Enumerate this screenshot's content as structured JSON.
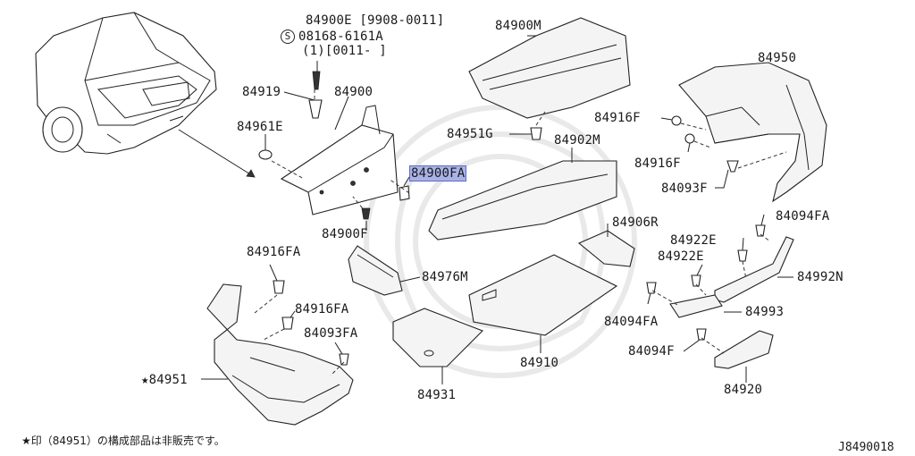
{
  "diagram": {
    "code": "J8490018",
    "note": "★印（84951）の構成部品は非販売です。",
    "callouts": [
      {
        "id": "84900E",
        "text": "84900E [9908-0011]"
      },
      {
        "id": "08168",
        "text": "08168-6161A",
        "symbol": "S"
      },
      {
        "id": "qty",
        "text": "(1)[0011-   ]"
      },
      {
        "id": "84919",
        "text": "84919"
      },
      {
        "id": "84900",
        "text": "84900"
      },
      {
        "id": "84961E",
        "text": "84961E"
      },
      {
        "id": "84900F",
        "text": "84900F"
      },
      {
        "id": "84900FA",
        "text": "84900FA",
        "highlight": true
      },
      {
        "id": "84900M",
        "text": "84900M"
      },
      {
        "id": "84951G",
        "text": "84951G"
      },
      {
        "id": "84902M",
        "text": "84902M"
      },
      {
        "id": "84950",
        "text": "84950"
      },
      {
        "id": "84916F_1",
        "text": "84916F"
      },
      {
        "id": "84916F_2",
        "text": "84916F"
      },
      {
        "id": "84093F",
        "text": "84093F"
      },
      {
        "id": "84906R",
        "text": "84906R"
      },
      {
        "id": "84094FA_1",
        "text": "84094FA"
      },
      {
        "id": "84922E_1",
        "text": "84922E"
      },
      {
        "id": "84922E_2",
        "text": "84922E"
      },
      {
        "id": "84992N",
        "text": "84992N"
      },
      {
        "id": "84094FA_2",
        "text": "84094FA"
      },
      {
        "id": "84993",
        "text": "84993"
      },
      {
        "id": "84094F",
        "text": "84094F"
      },
      {
        "id": "84920",
        "text": "84920"
      },
      {
        "id": "84910",
        "text": "84910"
      },
      {
        "id": "84931",
        "text": "84931"
      },
      {
        "id": "84976M",
        "text": "84976M"
      },
      {
        "id": "84916FA_1",
        "text": "84916FA"
      },
      {
        "id": "84916FA_2",
        "text": "84916FA"
      },
      {
        "id": "84093FA",
        "text": "84093FA"
      },
      {
        "id": "84951",
        "text": "★84951"
      }
    ]
  }
}
